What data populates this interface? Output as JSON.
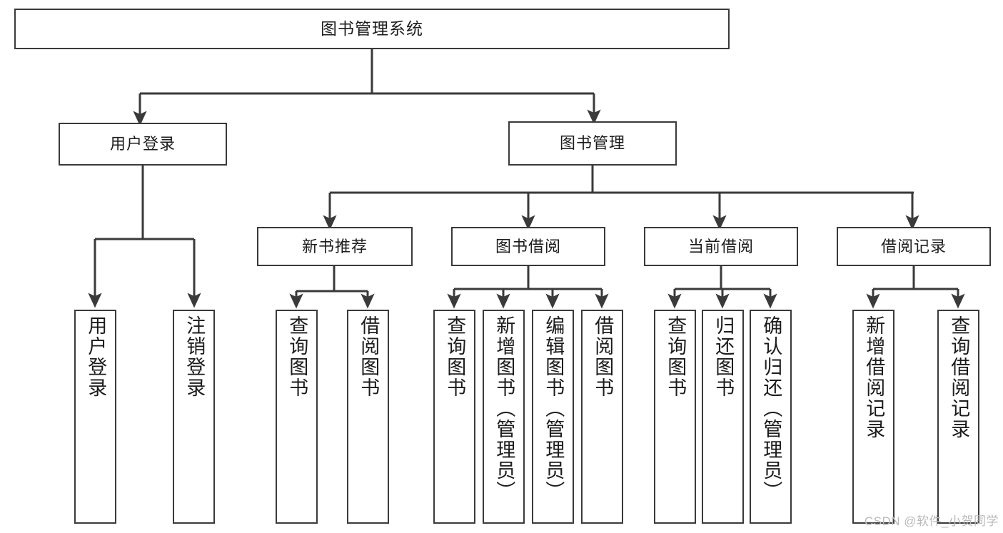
{
  "diagram": {
    "title": "图书管理系统",
    "watermark": "CSDN @软件_小贺同学",
    "line_color": "#3a3a3a",
    "box_border_color": "#3a3a3a",
    "background": "#ffffff",
    "root": {
      "label": "图书管理系统"
    },
    "level2": [
      {
        "label": "用户登录"
      },
      {
        "label": "图书管理"
      }
    ],
    "level3": [
      {
        "label": "新书推荐"
      },
      {
        "label": "图书借阅"
      },
      {
        "label": "当前借阅"
      },
      {
        "label": "借阅记录"
      }
    ],
    "leaves": {
      "user_login": [
        {
          "label": "用户登录"
        },
        {
          "label": "注销登录"
        }
      ],
      "new_book_recommend": [
        {
          "label": "查询图书"
        },
        {
          "label": "借阅图书"
        }
      ],
      "book_borrow": [
        {
          "label": "查询图书"
        },
        {
          "label": "新增图书（管理员）"
        },
        {
          "label": "编辑图书（管理员）"
        },
        {
          "label": "借阅图书"
        }
      ],
      "current_borrow": [
        {
          "label": "查询图书"
        },
        {
          "label": "归还图书"
        },
        {
          "label": "确认归还（管理员）"
        }
      ],
      "borrow_record": [
        {
          "label": "新增借阅记录"
        },
        {
          "label": "查询借阅记录"
        }
      ]
    }
  }
}
